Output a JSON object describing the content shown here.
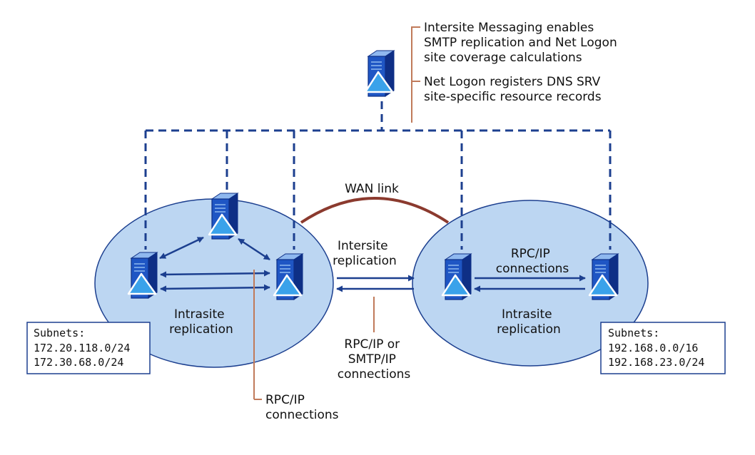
{
  "colors": {
    "site_fill": "#bcd6f2",
    "site_stroke": "#1c3f8f",
    "link_blue": "#1c3f8f",
    "wan_link": "#8b3a2e",
    "callout": "#c07a5a",
    "server_body": "#1f56c4",
    "server_dark": "#0e2f86",
    "server_light": "#8fb8ef"
  },
  "icons": {
    "server": "domain-controller-server-icon"
  },
  "annotations": {
    "ism_lines": [
      "Intersite Messaging enables",
      "SMTP replication and Net Logon",
      "site coverage calculations"
    ],
    "netlogon_lines": [
      "Net Logon registers DNS SRV",
      "site-specific resource records"
    ]
  },
  "wan_link": {
    "label": "WAN link"
  },
  "intersite": {
    "label_lines": [
      "Intersite",
      "replication"
    ],
    "connections_lines": [
      "RPC/IP or",
      "SMTP/IP",
      "connections"
    ]
  },
  "left_site": {
    "intrasite_lines": [
      "Intrasite",
      "replication"
    ],
    "subnets_title": "Subnets:",
    "subnets": [
      "172.20.118.0/24",
      "172.30.68.0/24"
    ],
    "rpc_label_lines": [
      "RPC/IP",
      "connections"
    ]
  },
  "right_site": {
    "intrasite_lines": [
      "Intrasite",
      "replication"
    ],
    "rpc_label_lines": [
      "RPC/IP",
      "connections"
    ],
    "subnets_title": "Subnets:",
    "subnets": [
      "192.168.0.0/16",
      "192.168.23.0/24"
    ]
  }
}
